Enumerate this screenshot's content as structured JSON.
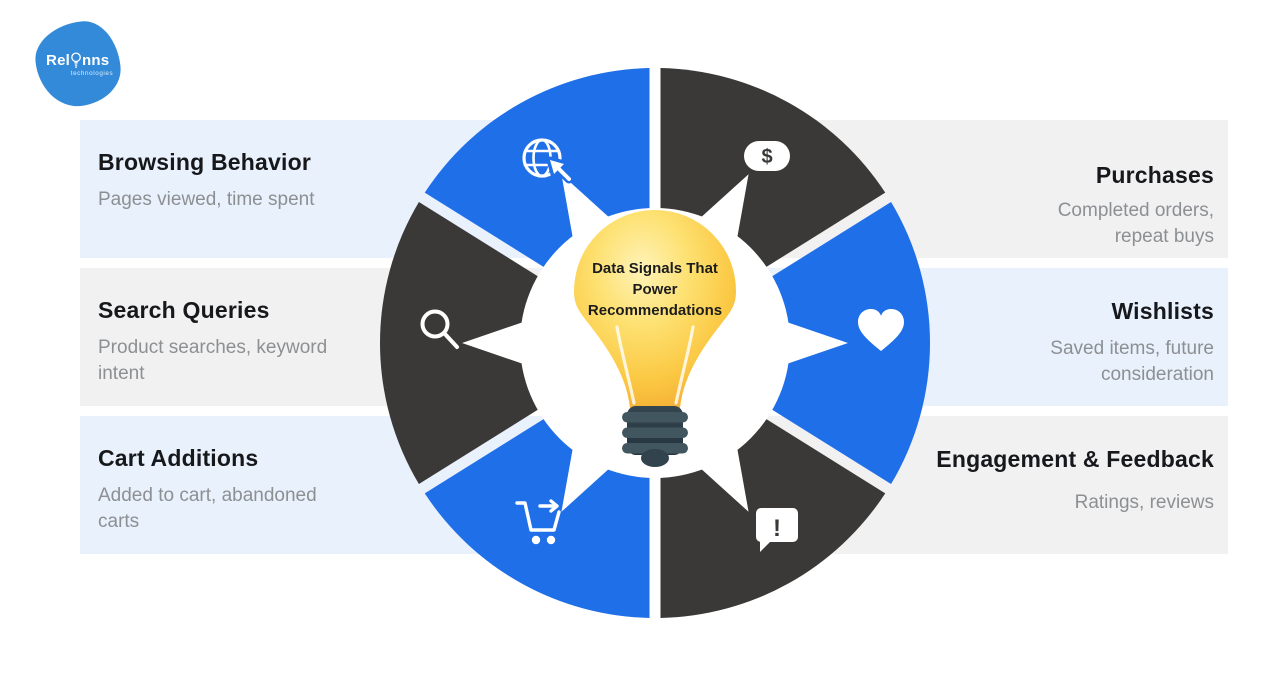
{
  "logo": {
    "brand_prefix": "Rel",
    "brand_suffix": "nns",
    "tagline": "technologies"
  },
  "center": {
    "title_line1": "Data Signals That",
    "title_line2": "Power",
    "title_line3": "Recommendations"
  },
  "glyphs": {
    "dollar": "$",
    "exclamation": "!"
  },
  "left_rows": [
    {
      "title": "Browsing Behavior",
      "subtitle": "Pages viewed, time spent",
      "tone": "blue"
    },
    {
      "title": "Search Queries",
      "subtitle": "Product searches, keyword intent",
      "tone": "gray"
    },
    {
      "title": "Cart Additions",
      "subtitle": "Added to cart, abandoned carts",
      "tone": "blue"
    }
  ],
  "right_rows": [
    {
      "title": "Purchases",
      "subtitle": "Completed orders, repeat buys",
      "tone": "gray"
    },
    {
      "title": "Wishlists",
      "subtitle": "Saved items, future consideration",
      "tone": "blue"
    },
    {
      "title": "Engagement & Feedback",
      "subtitle": "Ratings, reviews",
      "tone": "gray"
    }
  ],
  "wheel": {
    "segments": [
      {
        "topic": "Purchases",
        "icon": "dollar-icon",
        "color_tone": "dark"
      },
      {
        "topic": "Browsing Behavior",
        "icon": "globe-cursor-icon",
        "color_tone": "blue"
      },
      {
        "topic": "Search Queries",
        "icon": "search-icon",
        "color_tone": "dark"
      },
      {
        "topic": "Cart Additions",
        "icon": "cart-arrow-icon",
        "color_tone": "blue"
      },
      {
        "topic": "Engagement & Feedback",
        "icon": "exclamation-bubble-icon",
        "color_tone": "dark"
      },
      {
        "topic": "Wishlists",
        "icon": "heart-icon",
        "color_tone": "blue"
      }
    ]
  },
  "colors": {
    "segment_blue": "#1f6fe8",
    "segment_dark": "#3a3937",
    "band_blue": "#e9f1fc",
    "band_gray": "#f1f1f2",
    "brand_blue": "#338ad8",
    "heading_text": "#17181b",
    "sub_text": "#8d9093",
    "bulb_base": "#2d3c47",
    "bulb_ridge": "#42565f",
    "bulb_gold": "#fbc843"
  }
}
